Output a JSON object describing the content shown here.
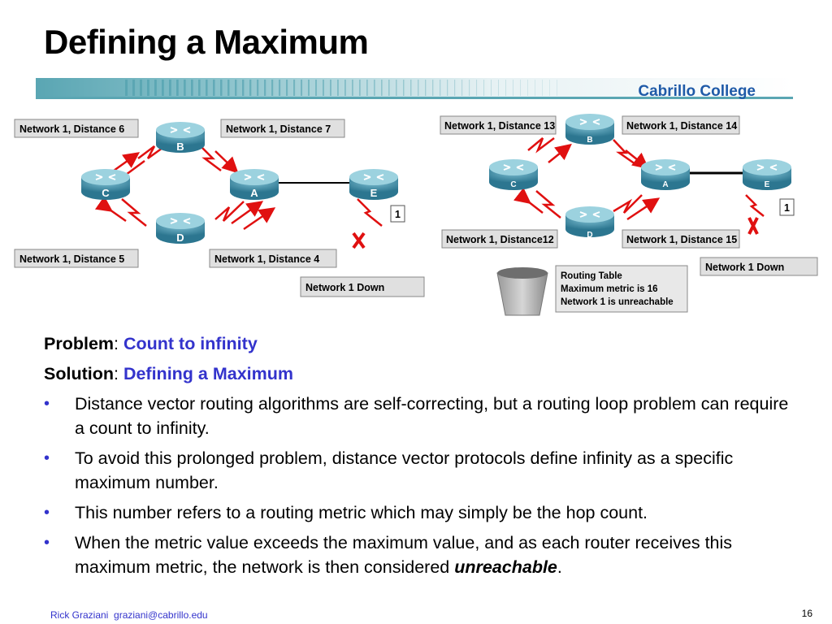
{
  "slide": {
    "title": "Defining a Maximum",
    "college": "Cabrillo College",
    "page_number": "16"
  },
  "footer": {
    "author": "Rick Graziani",
    "email": "graziani@cabrillo.edu"
  },
  "diagram_left": {
    "routers": [
      "B",
      "C",
      "A",
      "E",
      "D"
    ],
    "labels": {
      "b_label": "Network 1, Distance 6",
      "a_label": "Network 1, Distance 7",
      "c_label": "Network 1, Distance 5",
      "d_label": "Network 1, Distance 4",
      "down": "Network 1 Down",
      "port": "1"
    }
  },
  "diagram_right": {
    "routers": [
      "B",
      "C",
      "A",
      "E",
      "D"
    ],
    "labels": {
      "b_label": "Network 1, Distance 13",
      "a_label": "Network 1, Distance 14",
      "c_label": "Network 1, Distance12",
      "d_label": "Network 1, Distance 15",
      "down": "Network 1 Down",
      "port": "1",
      "routing_table_1": "Routing Table",
      "routing_table_2": "Maximum metric is 16",
      "routing_table_3": "Network 1 is unreachable"
    }
  },
  "content": {
    "problem_label": "Problem",
    "problem_value": "Count to infinity",
    "solution_label": "Solution",
    "solution_value": "Defining a Maximum",
    "bullets": [
      "Distance vector routing algorithms are self-correcting, but a routing loop problem can require a count to infinity.",
      "To avoid this prolonged problem, distance vector protocols define infinity as a specific maximum number.",
      "This number refers to a routing metric which may simply be the hop count."
    ],
    "bullet4_pre": "When the metric value exceeds the maximum value, and as each router receives this maximum metric, the network is then considered ",
    "bullet4_em": "unreachable",
    "bullet4_post": ".",
    "bullet_char": "•"
  },
  "colors": {
    "accent": "#3333cc",
    "college": "#1f5aa8",
    "router": "#3f8fa8",
    "arrow": "#e01010",
    "banner": "#4a9aa8"
  }
}
